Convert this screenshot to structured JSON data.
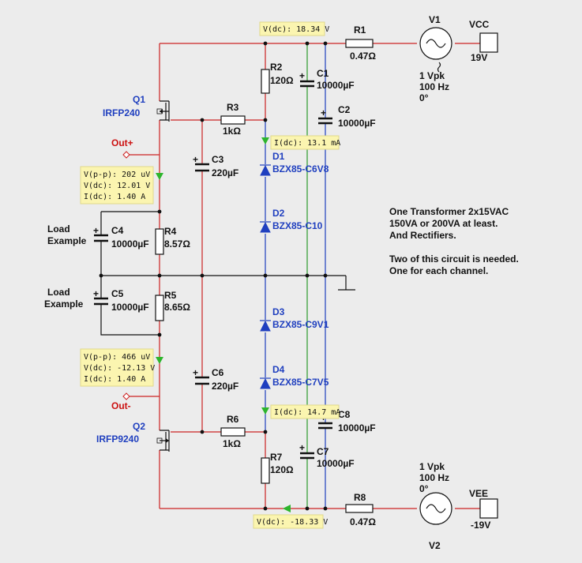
{
  "probes": {
    "vdc_top": "V(dc): 18.34 V",
    "idc_d1": "I(dc): 13.1 mA",
    "out_plus_vpp": "V(p-p): 202 uV",
    "out_plus_vdc": "V(dc): 12.01 V",
    "out_plus_idc": "I(dc): 1.40 A",
    "out_minus_vpp": "V(p-p): 466 uV",
    "out_minus_vdc": "V(dc): -12.13 V",
    "out_minus_idc": "I(dc): 1.40 A",
    "idc_d4": "I(dc): 14.7 mA",
    "vdc_bottom": "V(dc): -18.33 V"
  },
  "components": {
    "r1": {
      "name": "R1",
      "value": "0.47Ω"
    },
    "r2": {
      "name": "R2",
      "value": "120Ω"
    },
    "r3": {
      "name": "R3",
      "value": "1kΩ"
    },
    "r4": {
      "name": "R4",
      "value": "8.57Ω"
    },
    "r5": {
      "name": "R5",
      "value": "8.65Ω"
    },
    "r6": {
      "name": "R6",
      "value": "1kΩ"
    },
    "r7": {
      "name": "R7",
      "value": "120Ω"
    },
    "r8": {
      "name": "R8",
      "value": "0.47Ω"
    },
    "c1": {
      "name": "C1",
      "value": "10000µF"
    },
    "c2": {
      "name": "C2",
      "value": "10000µF"
    },
    "c3": {
      "name": "C3",
      "value": "220µF"
    },
    "c4": {
      "name": "C4",
      "value": "10000µF"
    },
    "c5": {
      "name": "C5",
      "value": "10000µF"
    },
    "c6": {
      "name": "C6",
      "value": "220µF"
    },
    "c7": {
      "name": "C7",
      "value": "10000µF"
    },
    "c8": {
      "name": "C8",
      "value": "10000µF"
    },
    "d1": {
      "name": "D1",
      "value": "BZX85-C6V8"
    },
    "d2": {
      "name": "D2",
      "value": "BZX85-C10"
    },
    "d3": {
      "name": "D3",
      "value": "BZX85-C9V1"
    },
    "d4": {
      "name": "D4",
      "value": "BZX85-C7V5"
    },
    "q1": {
      "name": "Q1",
      "value": "IRFP240"
    },
    "q2": {
      "name": "Q2",
      "value": "IRFP9240"
    },
    "v1": {
      "name": "V1",
      "amp": "1 Vpk",
      "freq": "100 Hz",
      "phase": "0°"
    },
    "v2": {
      "name": "V2",
      "amp": "1 Vpk",
      "freq": "100 Hz",
      "phase": "0°"
    },
    "vcc": {
      "name": "VCC",
      "value": "19V"
    },
    "vee": {
      "name": "VEE",
      "value": "-19V"
    }
  },
  "labels": {
    "out_plus": "Out+",
    "out_minus": "Out-",
    "load1_a": "Load",
    "load1_b": "Example",
    "load2_a": "Load",
    "load2_b": "Example"
  },
  "notes": [
    "One Transformer 2x15VAC",
    "150VA or 200VA at least.",
    "And Rectifiers.",
    "",
    "Two of this circuit is needed.",
    "One for each channel."
  ],
  "colors": {
    "wire_red": "#cc2222",
    "wire_green": "#2a9a2a",
    "wire_blue": "#1f3fbf",
    "probe_bg": "#fbf5b0",
    "text_blue": "#1f3fbf",
    "text_red": "#cc1111"
  }
}
